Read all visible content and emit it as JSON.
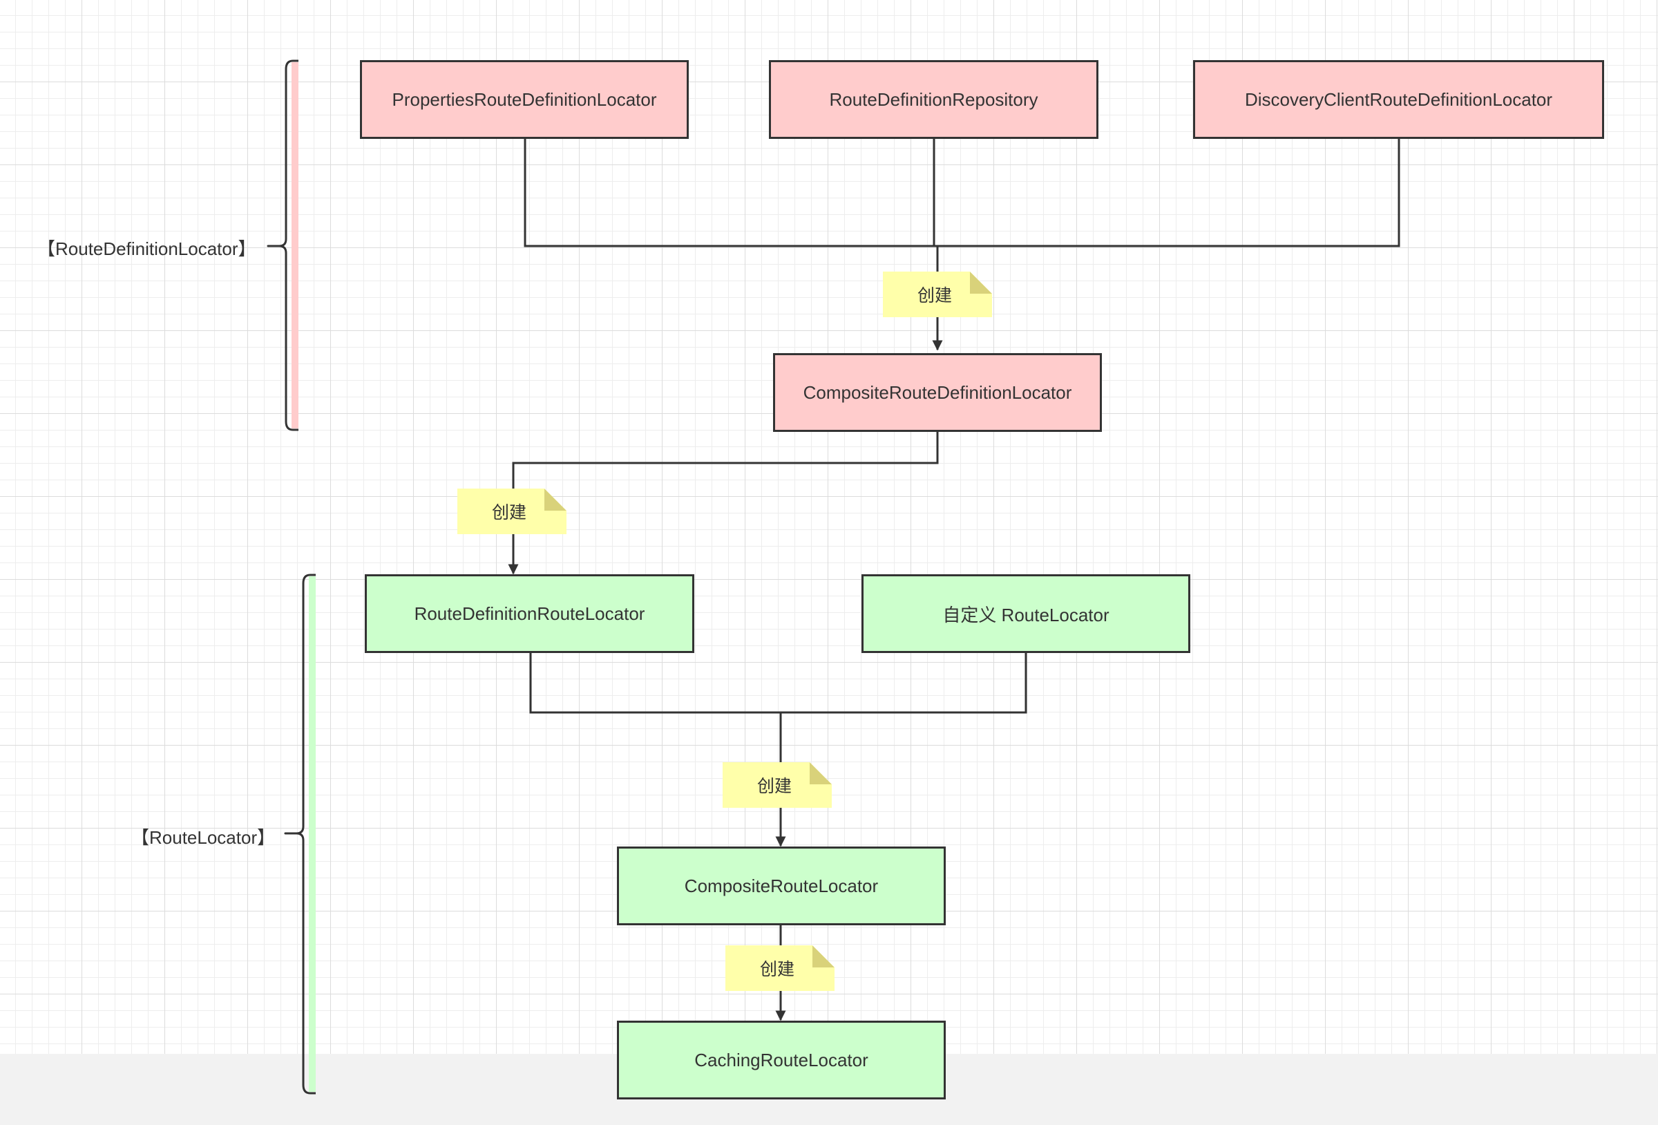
{
  "groups": {
    "route_definition_locator": {
      "label": "【RouteDefinitionLocator】",
      "color": "#ffcccc"
    },
    "route_locator": {
      "label": "【RouteLocator】",
      "color": "#ccffcc"
    }
  },
  "nodes": {
    "properties_route_definition_locator": "PropertiesRouteDefinitionLocator",
    "route_definition_repository": "RouteDefinitionRepository",
    "discovery_client_route_definition_locator": "DiscoveryClientRouteDefinitionLocator",
    "composite_route_definition_locator": "CompositeRouteDefinitionLocator",
    "route_definition_route_locator": "RouteDefinitionRouteLocator",
    "custom_route_locator": "自定义 RouteLocator",
    "composite_route_locator": "CompositeRouteLocator",
    "caching_route_locator": "CachingRouteLocator"
  },
  "notes": {
    "create_1": "创建",
    "create_2": "创建",
    "create_3": "创建",
    "create_4": "创建"
  },
  "colors": {
    "red_fill": "#ffcccc",
    "green_fill": "#ccffcc",
    "note_fill": "#ffffaa",
    "border": "#333333"
  }
}
